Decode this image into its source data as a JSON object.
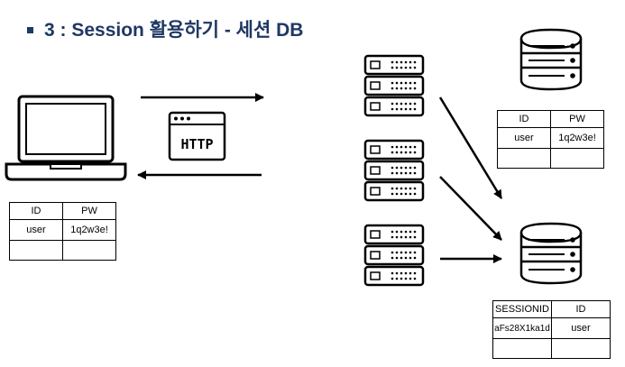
{
  "title": {
    "text": "3 : Session 활용하기 - 세션 DB"
  },
  "http_icon": {
    "label": "HTTP"
  },
  "client_table": {
    "headers": [
      "ID",
      "PW"
    ],
    "row": [
      "user",
      "1q2w3e!"
    ]
  },
  "user_db_table": {
    "headers": [
      "ID",
      "PW"
    ],
    "row": [
      "user",
      "1q2w3e!"
    ]
  },
  "session_db_table": {
    "headers": [
      "SESSIONID",
      "ID"
    ],
    "row": [
      "aFs28X1ka1d",
      "user"
    ]
  }
}
